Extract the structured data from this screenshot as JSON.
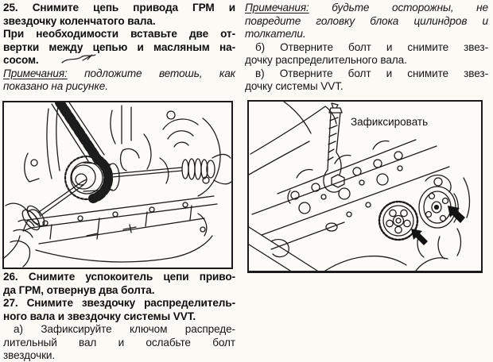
{
  "colors": {
    "ink": "#151515",
    "paper": "#fbfaf5",
    "arrow_fill": "#121212"
  },
  "left_column": {
    "step25": {
      "lines": [
        "25. Снимите цепь привода ГРМ и",
        "звездочку коленчатого вала."
      ]
    },
    "step25_cont": {
      "lines": [
        "При необходимости вставьте две от-",
        "вертки между цепью и масляным на-",
        "сосом."
      ]
    },
    "note": {
      "label": "Примечания:",
      "line1_rest": " подложите ветошь, как",
      "lines_rest": [
        "показано на рисунке."
      ]
    },
    "step26": {
      "lines": [
        "26. Снимите успокоитель цепи приво-",
        "да ГРМ, отвернув два болта."
      ]
    },
    "step27": {
      "lines": [
        "27. Снимите звездочку распределитель-",
        "ного вала и звездочку системы VVT."
      ]
    },
    "step27a": {
      "lines": [
        "а) Зафиксируйте ключом распреде-",
        "лительный вал и ослабьте болт",
        "звездочки."
      ]
    }
  },
  "right_column": {
    "note": {
      "label": "Примечания:",
      "line1_rest": " будьте осторожны, не",
      "lines_rest": [
        "повредите головку блока цилиндров и",
        "толкатели."
      ]
    },
    "step_b": {
      "lines": [
        "б) Отверните болт и снимите звез-",
        "дочку распределительного вала."
      ]
    },
    "step_v": {
      "lines": [
        "в) Отверните болт и снимите звез-",
        "дочку системы VVT."
      ]
    },
    "figure_label": "Зафиксировать"
  }
}
